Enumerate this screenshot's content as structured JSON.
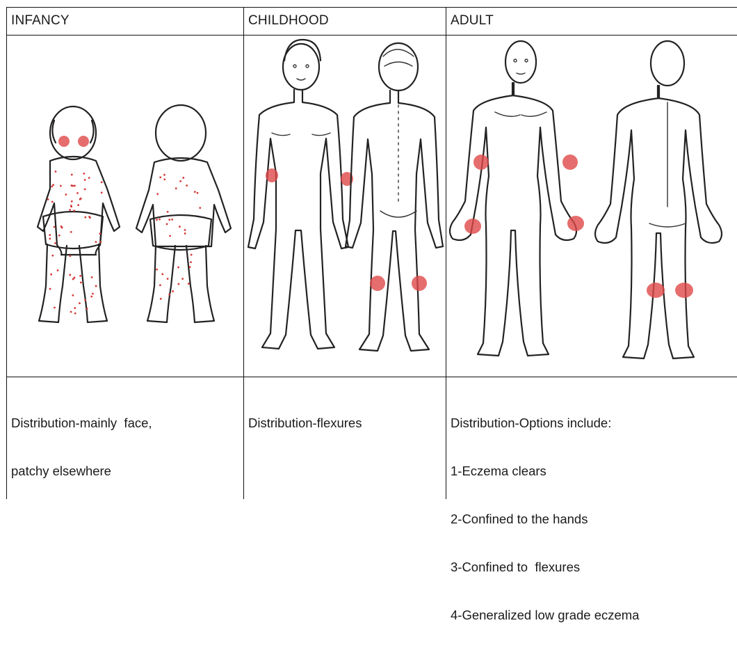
{
  "headers": [
    "INFANCY",
    "CHILDHOOD",
    "ADULT"
  ],
  "descriptions": {
    "infancy": [
      "Distribution-mainly  face,",
      "patchy elsewhere"
    ],
    "childhood": [
      "Distribution-flexures"
    ],
    "adult": [
      "Distribution-Options include:",
      "1-Eczema clears",
      "2-Confined to the hands",
      "3-Confined to  flexures",
      "4-Generalized low grade eczema"
    ]
  },
  "colors": {
    "rash": "#d63a3a",
    "border": "#111111"
  }
}
